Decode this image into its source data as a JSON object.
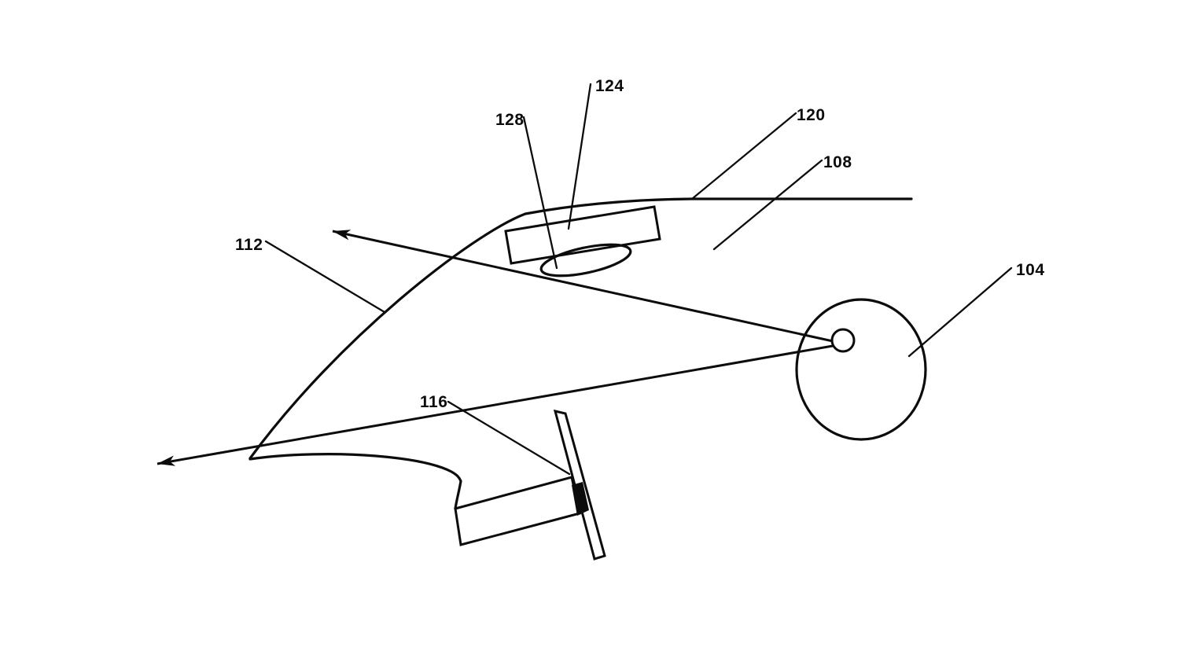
{
  "figure": {
    "background_color": "#ffffff",
    "line_color": "#0c0c0c",
    "kind": "patent-line-drawing"
  },
  "labels": {
    "l104": {
      "text": "104"
    },
    "l108": {
      "text": "108"
    },
    "l112": {
      "text": "112"
    },
    "l116": {
      "text": "116"
    },
    "l120": {
      "text": "120"
    },
    "l124": {
      "text": "124"
    },
    "l128": {
      "text": "128"
    }
  }
}
